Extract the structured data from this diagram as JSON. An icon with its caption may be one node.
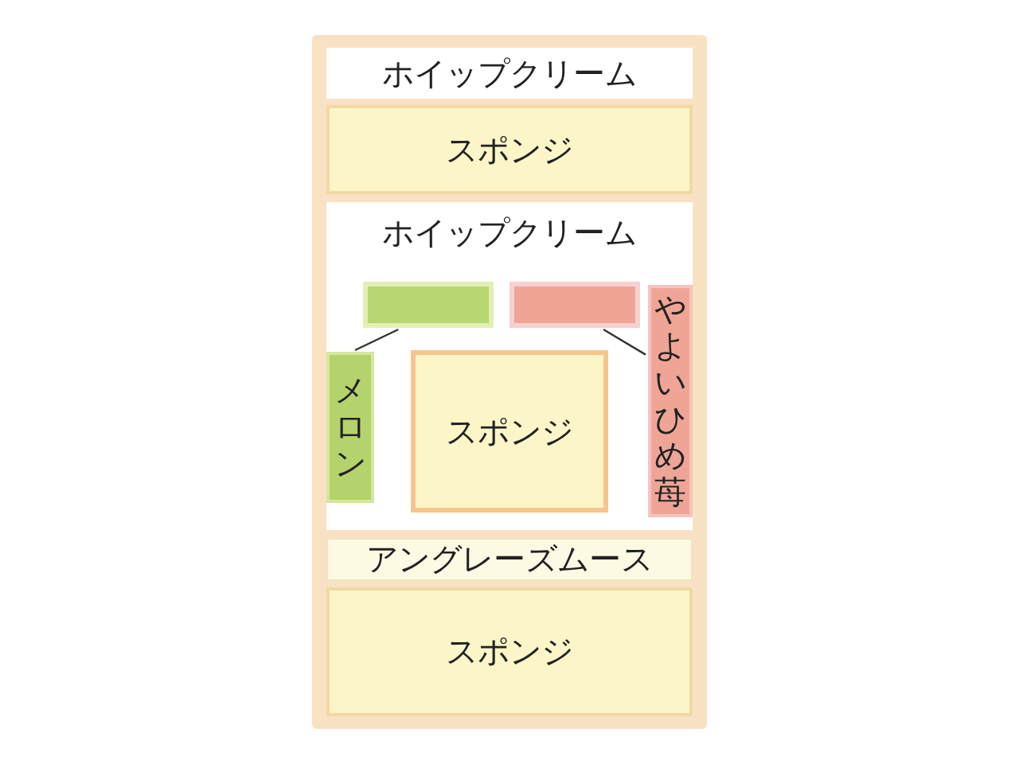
{
  "diagram": {
    "nodes": [
      {
        "text": [
          "ホイップクリーム"
        ]
      },
      {
        "text": [
          "スポンジ"
        ]
      },
      {
        "text": [
          "ホイップクリーム"
        ]
      },
      {
        "text": [],
        "shape": "bar",
        "in": 2
      },
      {
        "text": [],
        "shape": "bar",
        "in": 2
      },
      {
        "text": [
          "メロン"
        ],
        "in": 2
      },
      {
        "text": [
          "スポンジ"
        ],
        "in": 2
      },
      {
        "text": [
          "やよいひめ苺"
        ],
        "in": 2
      },
      {
        "text": [
          "アングレーズムース"
        ]
      },
      {
        "text": [
          "スポンジ"
        ]
      }
    ],
    "edges": [
      {
        "from": 5,
        "to": 3,
        "arrow": "none"
      },
      {
        "from": 7,
        "to": 4,
        "arrow": "none"
      }
    ]
  }
}
